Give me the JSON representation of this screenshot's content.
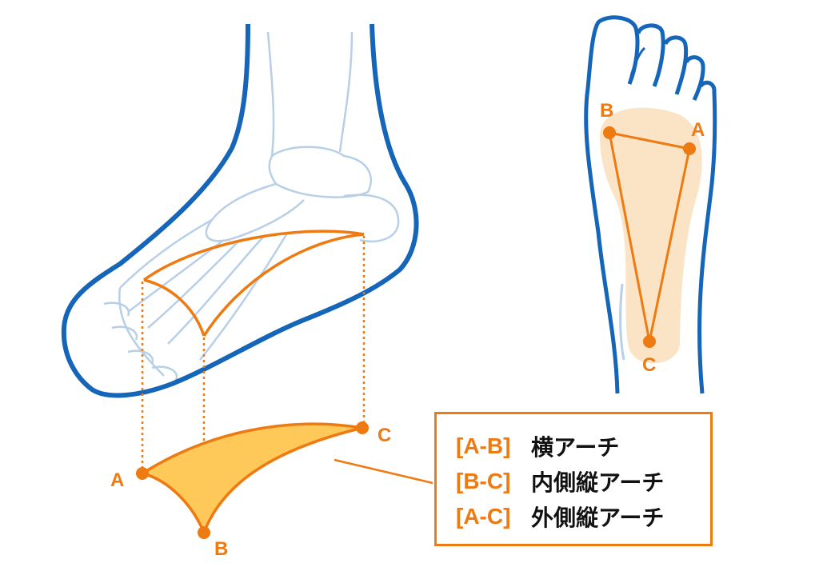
{
  "colors": {
    "accent": "#EE7A12",
    "outline": "#1565B8",
    "bones": "#B7CFE7",
    "arch_fill": "#FFC95A",
    "sole": "#FBE3C6"
  },
  "side_view": {
    "points": {
      "a": "A",
      "b": "B",
      "c": "C"
    }
  },
  "sole_view": {
    "points": {
      "a": "A",
      "b": "B",
      "c": "C"
    }
  },
  "legend": [
    {
      "code": "[A-B]",
      "name": "横アーチ"
    },
    {
      "code": "[B-C]",
      "name": "内側縦アーチ"
    },
    {
      "code": "[A-C]",
      "name": "外側縦アーチ"
    }
  ]
}
